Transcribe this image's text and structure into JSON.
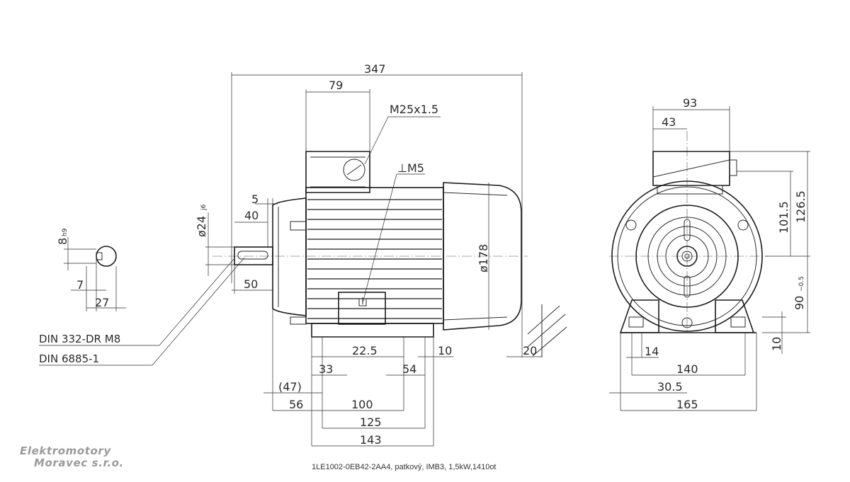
{
  "dimensions": {
    "overall_length": "347",
    "terminal_box_length": "79",
    "cable_gland": "M25x1.5",
    "earth_screw": "⊥M5",
    "shaft_step": "5",
    "shaft_key_length": "40",
    "shaft_diameter": "ø24",
    "shaft_tolerance": "j6",
    "shaft_length": "50",
    "frame_diameter": "ø178",
    "d_22_5": "22.5",
    "d_10_side": "10",
    "d_20": "20",
    "d_33": "33",
    "d_54": "54",
    "d_47": "(47)",
    "d_56": "56",
    "d_100": "100",
    "d_125": "125",
    "d_143": "143",
    "key_width": "8",
    "key_tolerance": "h9",
    "key_depth": "7",
    "shaft_section_height": "27",
    "centre_hole": "DIN 332-DR M8",
    "key_standard": "DIN 6885-1",
    "end_width_93": "93",
    "end_offset_43": "43",
    "end_101_5": "101.5",
    "end_126_5": "126.5",
    "shaft_height": "90",
    "shaft_height_tol": "−0.5",
    "foot_height": "10",
    "foot_14": "14",
    "foot_140": "140",
    "foot_30_5": "30.5",
    "foot_165": "165"
  },
  "logo": {
    "line1": "Elektromotory",
    "line2": "Moravec s.r.o."
  },
  "caption": "1LE1002-0EB42-2AA4, patkový, IMB3, 1,5kW,1410ot"
}
